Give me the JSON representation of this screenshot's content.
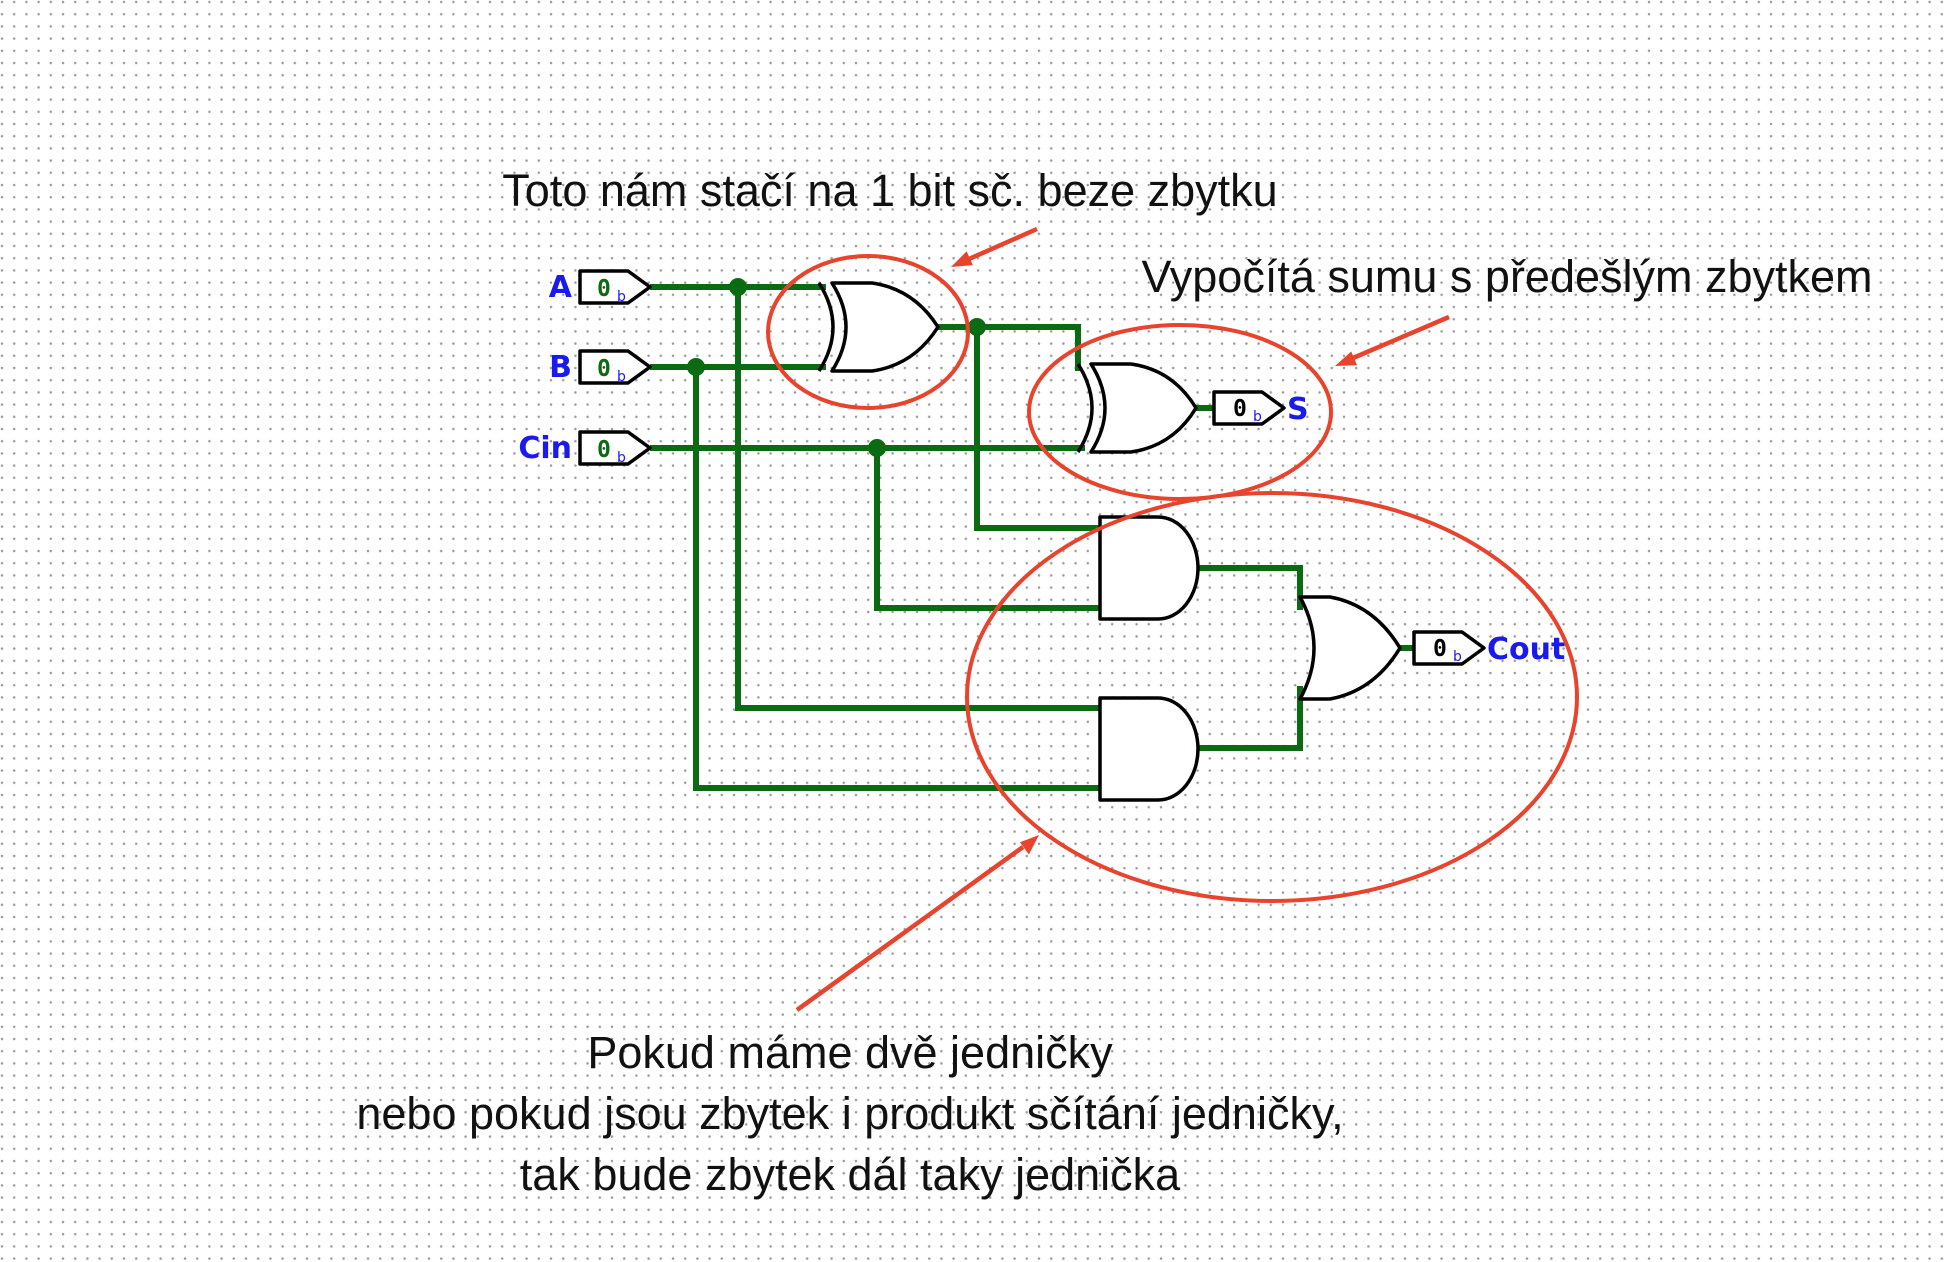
{
  "diagram": {
    "inputs": [
      {
        "label": "A",
        "value": "0",
        "radix": "b"
      },
      {
        "label": "B",
        "value": "0",
        "radix": "b"
      },
      {
        "label": "Cin",
        "value": "0",
        "radix": "b"
      }
    ],
    "outputs": [
      {
        "label": "S",
        "value": "0",
        "radix": "b"
      },
      {
        "label": "Cout",
        "value": "0",
        "radix": "b"
      }
    ],
    "gates": [
      {
        "type": "XOR",
        "inputs": [
          "A",
          "B"
        ]
      },
      {
        "type": "XOR",
        "inputs": [
          "A XOR B",
          "Cin"
        ],
        "output": "S"
      },
      {
        "type": "AND",
        "inputs": [
          "A XOR B",
          "Cin"
        ]
      },
      {
        "type": "AND",
        "inputs": [
          "A",
          "B"
        ]
      },
      {
        "type": "OR",
        "inputs": [
          "AND 1",
          "AND 2"
        ],
        "output": "Cout"
      }
    ],
    "colors": {
      "wire": "#0b6b12",
      "pin_label": "#1a1aee",
      "annotation": "#e8432d",
      "grid_dot": "#9a9a9a"
    },
    "annotations": {
      "top": "Toto nám stačí na 1 bit sč. beze zbytku",
      "right": "Vypočítá sumu s předešlým zbytkem",
      "bottom_line1": "Pokud máme dvě jedničky",
      "bottom_line2": "nebo pokud jsou zbytek i produkt sčítání jedničky,",
      "bottom_line3": "tak bude zbytek dál taky jednička"
    }
  }
}
